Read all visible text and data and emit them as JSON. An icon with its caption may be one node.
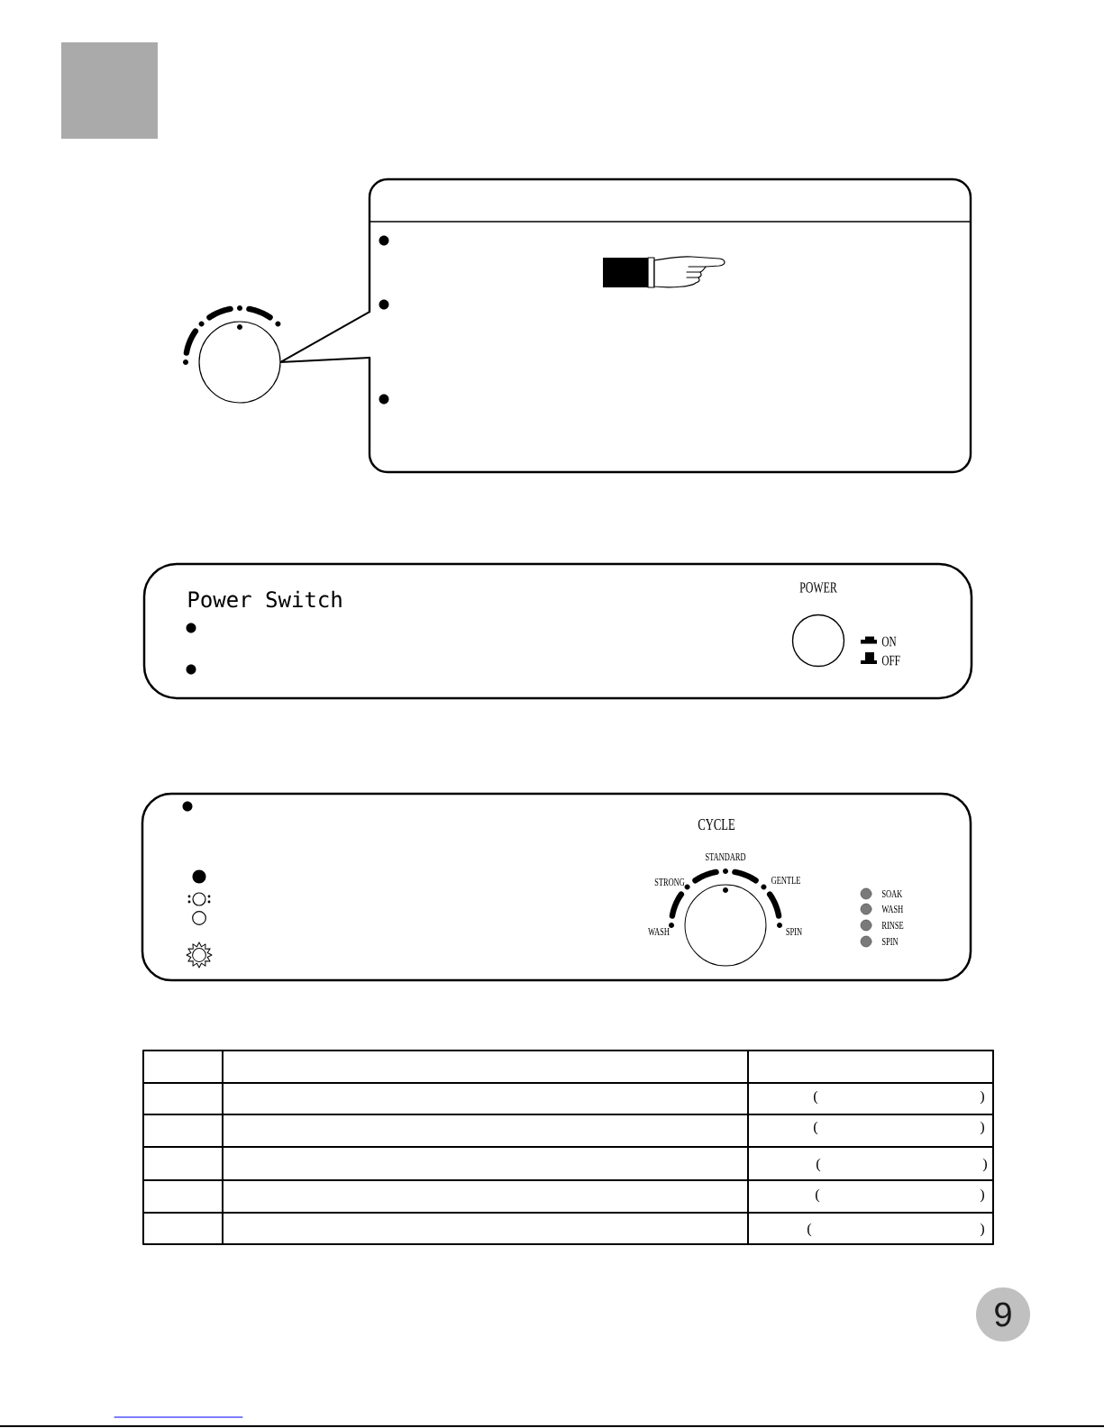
{
  "diagram": {
    "nodes": [
      {
        "text": [],
        "shape": "box"
      },
      {
        "text": [],
        "shape": "box"
      },
      {
        "text": [],
        "shape": "circle"
      },
      {
        "text": [
          "Power Switch",
          "POWER",
          "ON",
          "OFF"
        ]
      },
      {
        "text": [
          "CYCLE",
          "STANDARD",
          "STRONG",
          "GENTLE",
          "WASH",
          "SPIN",
          "SOAK",
          "WASH",
          "RINSE",
          "SPIN"
        ]
      }
    ],
    "edges": [
      {
        "from": 1,
        "to": 2,
        "arrow": "none"
      }
    ],
    "labels": [
      "(",
      ")",
      "(",
      ")",
      "(",
      ")",
      "(",
      ")",
      "(",
      ")",
      "9"
    ]
  }
}
